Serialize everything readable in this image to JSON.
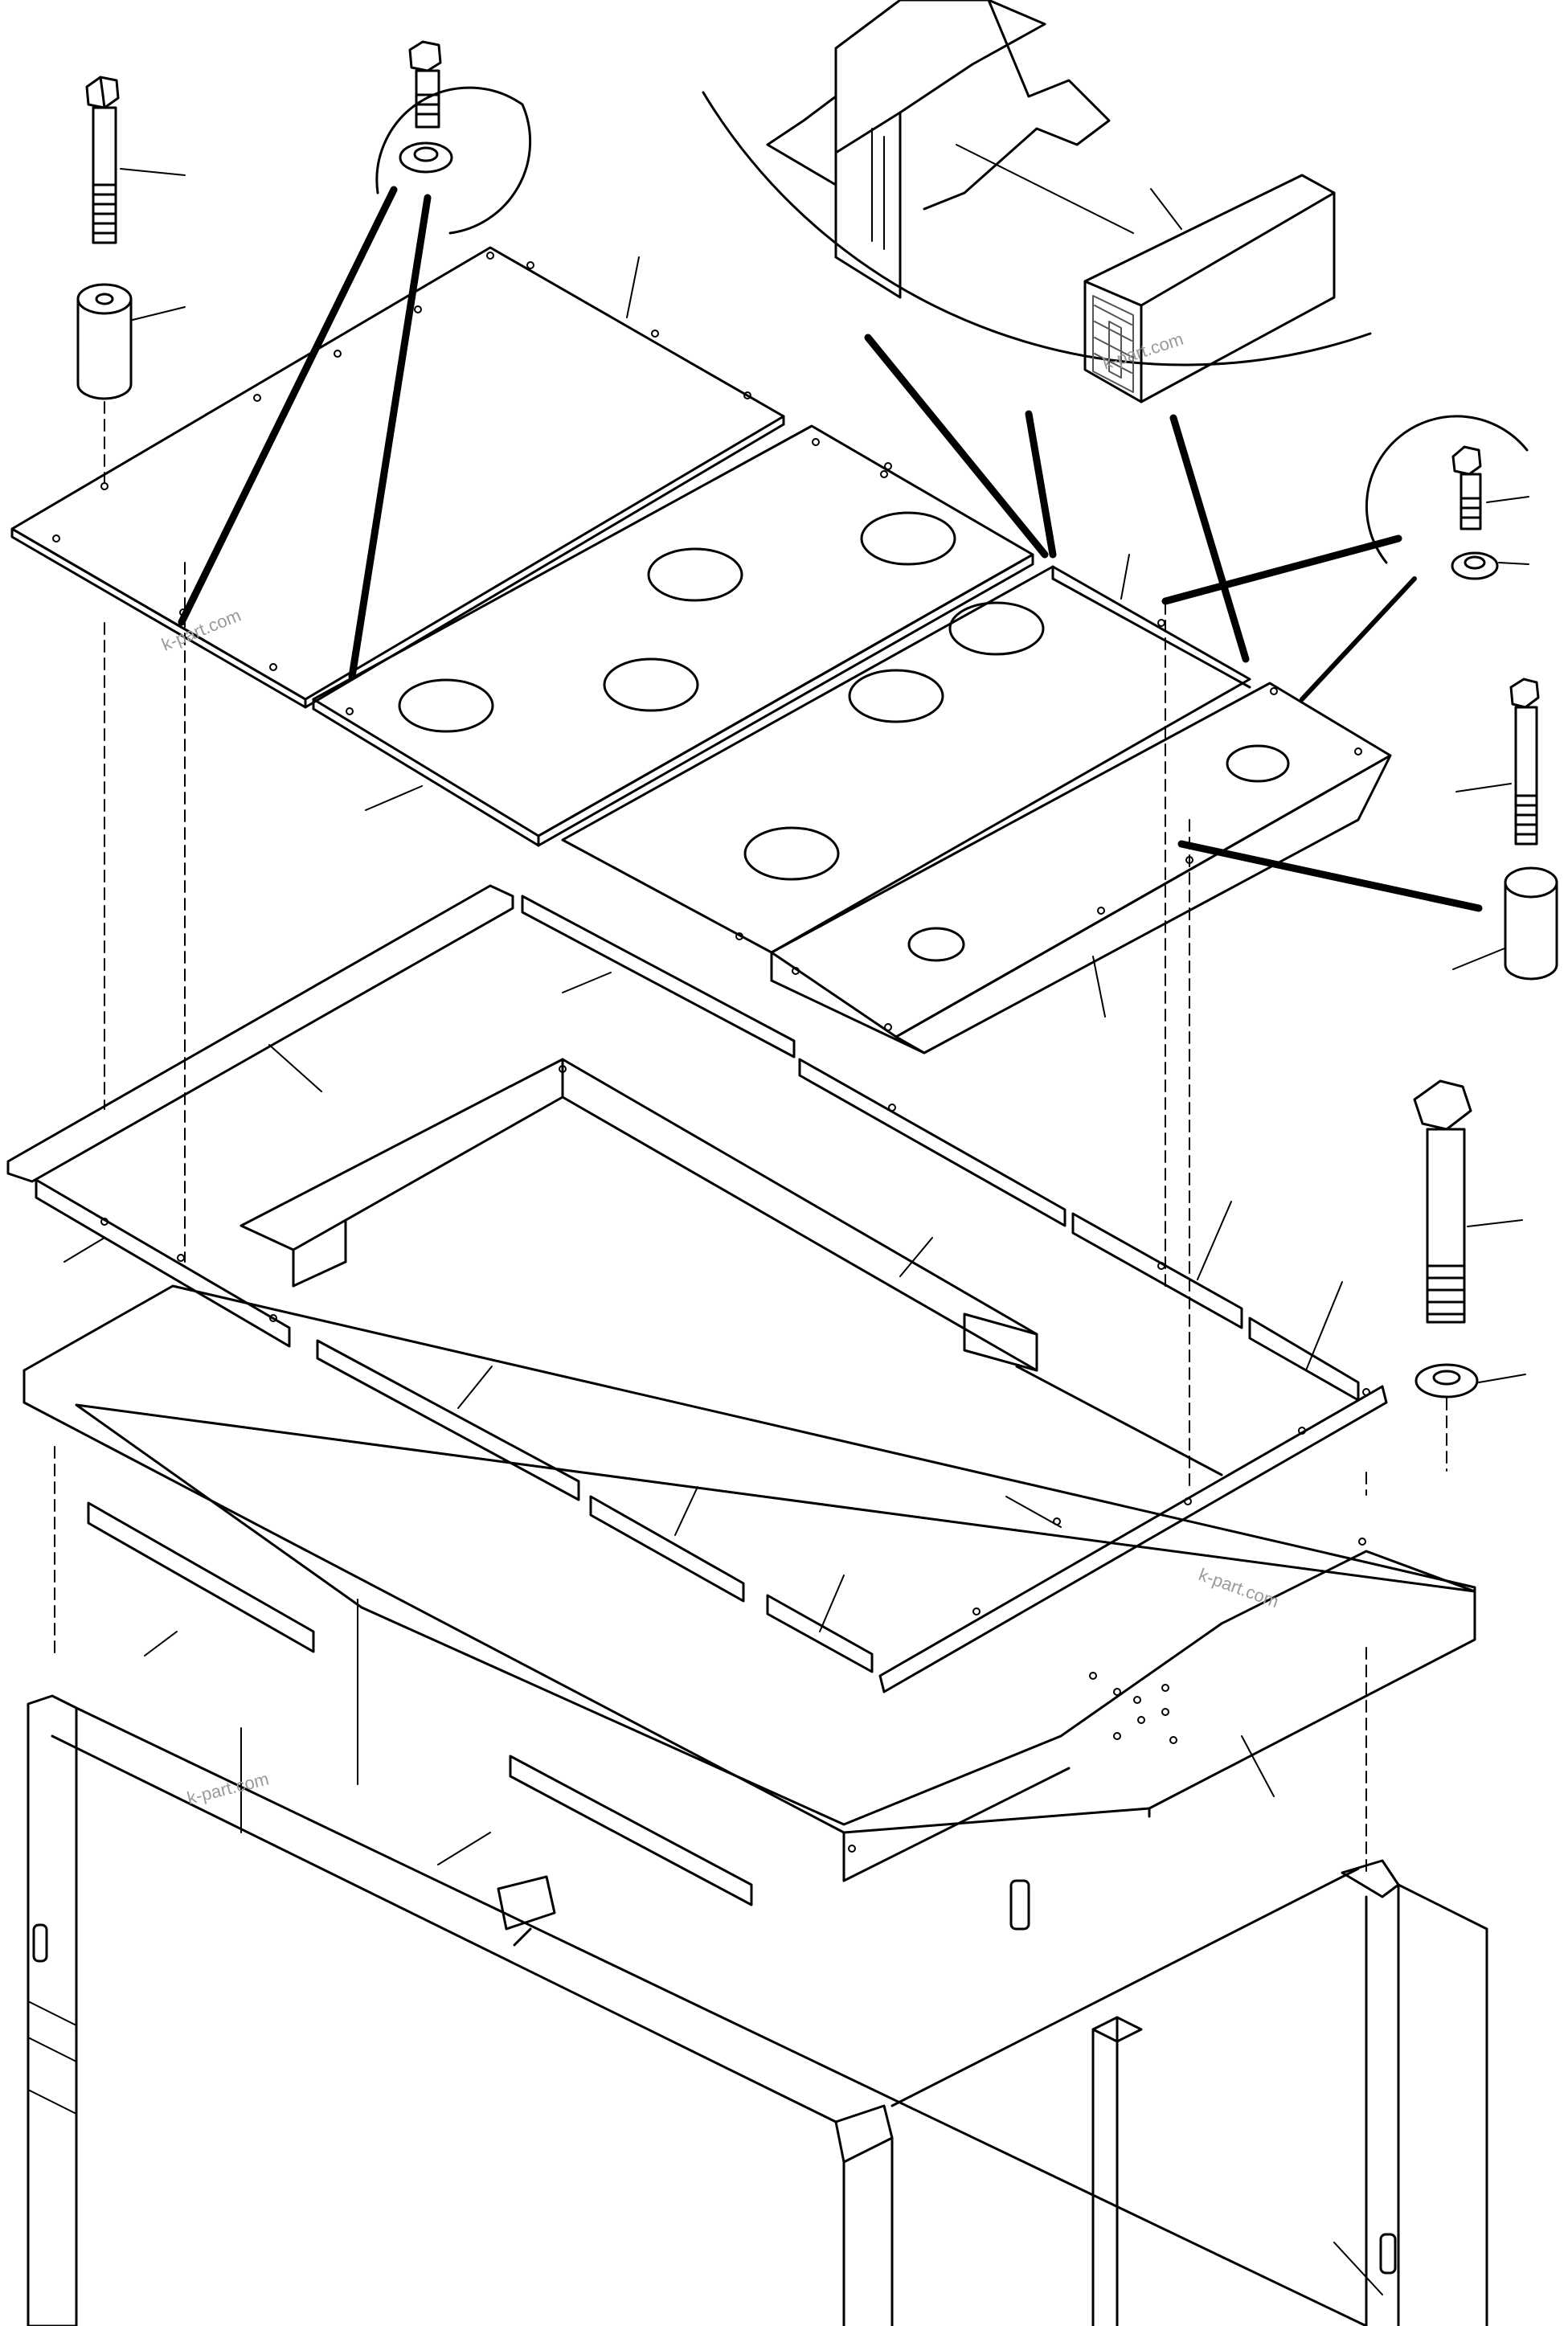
{
  "diagram": {
    "watermarks": [
      "k-part.com",
      "k-part.com",
      "k-part.com",
      "k-part.com"
    ],
    "colors": {
      "line": "#000000",
      "background": "#ffffff",
      "watermark": "#9a9a9a",
      "seal_hatch": "#555555"
    },
    "parts": [
      "bolt-top-left",
      "spacer-top-left",
      "bolt-and-washer-detail",
      "seal-section-detail",
      "seal-strip",
      "bolt-and-washer-detail-right",
      "cover-plate-left",
      "cover-plate-center",
      "cover-plate-right",
      "bolt-right",
      "spacer-right",
      "bolt-large-right",
      "washer-large-right",
      "support-bars",
      "inner-frame",
      "outer-frame",
      "base-structure"
    ]
  }
}
